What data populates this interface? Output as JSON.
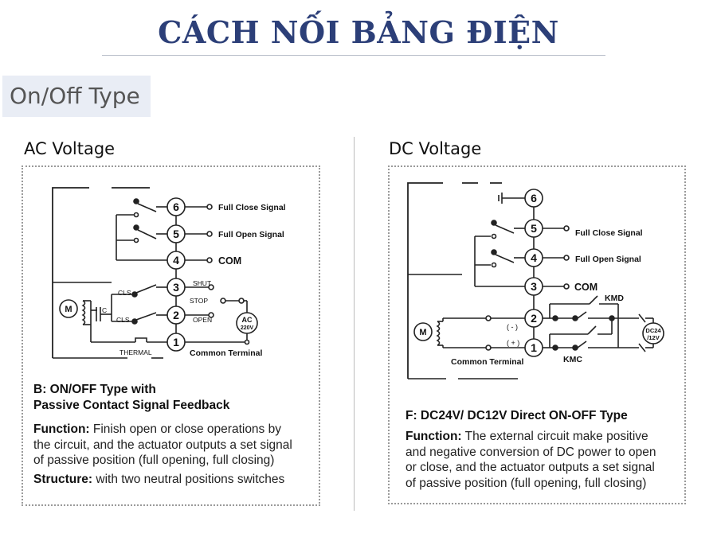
{
  "page": {
    "title": "CÁCH NỐI BẢNG ĐIỆN",
    "type_badge": "On/Off Type"
  },
  "ac": {
    "heading": "AC Voltage",
    "terminals": [
      "6",
      "5",
      "4",
      "3",
      "2",
      "1"
    ],
    "signals": {
      "full_close": "Full Close Signal",
      "full_open": "Full Open Signal",
      "com": "COM",
      "common": "Common Terminal"
    },
    "labels": {
      "cls": "CLS",
      "shut": "SHUT",
      "stop": "STOP",
      "open": "OPEN",
      "thermal": "THERMAL",
      "cap": "C",
      "motor": "M",
      "supply_top": "AC",
      "supply_bottom": "220V"
    },
    "caption_line1": "B: ON/OFF Type with",
    "caption_line2": "Passive Contact Signal Feedback",
    "function_label": "Function:",
    "function_l1": " Finish open or close operations by",
    "function_l2": "the circuit,  and  the actuator outputs a set signal",
    "function_l3": "of passive position (full opening, full closing)",
    "structure_label": "Structure:",
    "structure_text": " with two neutral positions switches"
  },
  "dc": {
    "heading": "DC Voltage",
    "terminals": [
      "6",
      "5",
      "4",
      "3",
      "2",
      "1"
    ],
    "signals": {
      "full_close": "Full Close Signal",
      "full_open": "Full Open Signal",
      "com": "COM",
      "common": "Common Terminal"
    },
    "labels": {
      "minus": "( - )",
      "plus": "( + )",
      "kmd": "KMD",
      "kmc": "KMC",
      "motor": "M",
      "supply_top": "DC24",
      "supply_bottom": "/12V"
    },
    "caption": "F: DC24V/ DC12V Direct ON-OFF Type",
    "function_label": "Function:",
    "function_l1": " The external circuit make positive",
    "function_l2": "and negative conversion of DC power to open",
    "function_l3": "or close, and the actuator outputs a set signal",
    "function_l4": "of passive position (full opening, full closing)"
  },
  "colors": {
    "title": "#2c3f78",
    "badge_bg": "#e9edf5"
  }
}
